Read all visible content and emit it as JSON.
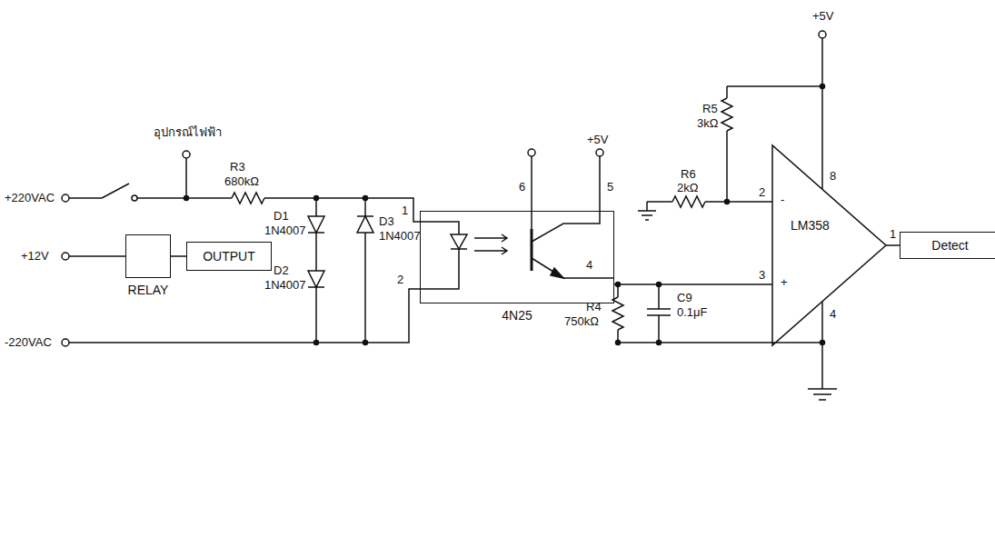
{
  "diagram": {
    "nodes": [
      {
        "text": [
          "RELAY"
        ]
      },
      {
        "text": [
          "OUTPUT"
        ]
      },
      {
        "text": [
          "4N25"
        ]
      },
      {
        "text": [
          "LM358"
        ]
      },
      {
        "text": [
          "Detect"
        ]
      }
    ],
    "edges": [
      {
        "from": 0,
        "to": 1,
        "arrow": "none"
      },
      {
        "from": 3,
        "to": 4,
        "arrow": "none"
      },
      {
        "from": 2,
        "to": 3,
        "arrow": "none"
      }
    ],
    "labels": [
      "+220VAC",
      "อุปกรณ์ไฟฟ้า",
      "R3",
      "680kΩ",
      "+12V",
      "D1",
      "1N4007",
      "D2",
      "1N4007",
      "D3",
      "1N4007",
      "-220VAC",
      "1",
      "2",
      "6",
      "+5V",
      "5",
      "4",
      "R4",
      "750kΩ",
      "C9",
      "0.1μF",
      "+5V",
      "R5",
      "3kΩ",
      "R6",
      "2kΩ",
      "2",
      "-",
      "8",
      "3",
      "+",
      "4",
      "1"
    ]
  }
}
